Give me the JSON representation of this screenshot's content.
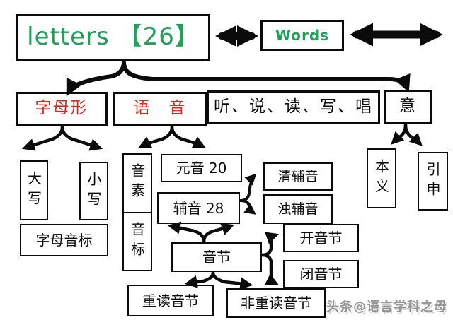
{
  "colors": {
    "accent_green": "#1fa257",
    "accent_red": "#d8291d",
    "line_black": "#0b0b0b",
    "watermark_gray": "#969696"
  },
  "nodes": {
    "letters": "letters 【26】",
    "words": "Words",
    "letter_form": "字母形",
    "pronunciation": "语　音",
    "skills": "听、说、读、写、唱",
    "meaning": "意",
    "uppercase": "大写",
    "lowercase": "小写",
    "letter_phonetic": "字母音标",
    "phoneme": "音素",
    "phonetic_symbol": "音标",
    "vowels": "元音 20",
    "consonants": "辅音 28",
    "voiceless_consonant": "清辅音",
    "voiced_consonant": "浊辅音",
    "open_syllable": "开音节",
    "closed_syllable": "闭音节",
    "syllable": "音节",
    "stressed_syllable": "重读音节",
    "unstressed_syllable": "非重读音节",
    "original_meaning": "本义",
    "extended_meaning": "引申"
  },
  "edges": [
    {
      "from": "letters",
      "to": "words",
      "type": "double-arrow"
    },
    {
      "from": "words",
      "to": "right-edge",
      "type": "double-arrow"
    },
    {
      "from": "letters",
      "to": "letter_form",
      "type": "arrow"
    },
    {
      "from": "letters",
      "to": "meaning",
      "type": "arrow"
    },
    {
      "from": "letter_form",
      "to": "uppercase",
      "type": "arrow"
    },
    {
      "from": "letter_form",
      "to": "lowercase",
      "type": "arrow"
    },
    {
      "from": "pronunciation",
      "to": "phoneme",
      "type": "arrow"
    },
    {
      "from": "pronunciation",
      "to": "vowels",
      "type": "arrow"
    },
    {
      "from": "consonants",
      "to": "voiceless_consonant",
      "type": "arrow"
    },
    {
      "from": "consonants",
      "to": "voiced_consonant",
      "type": "arrow"
    },
    {
      "from": "syllable",
      "to": "consonants",
      "type": "arrow"
    },
    {
      "from": "syllable",
      "to": "open_syllable",
      "type": "arrow"
    },
    {
      "from": "syllable",
      "to": "closed_syllable",
      "type": "arrow"
    },
    {
      "from": "syllable",
      "to": "stressed_syllable",
      "type": "arrow"
    },
    {
      "from": "syllable",
      "to": "unstressed_syllable",
      "type": "arrow"
    },
    {
      "from": "meaning",
      "to": "original_meaning",
      "type": "arrow"
    },
    {
      "from": "meaning",
      "to": "extended_meaning",
      "type": "arrow"
    }
  ],
  "watermark": "头条@语言学科之母"
}
